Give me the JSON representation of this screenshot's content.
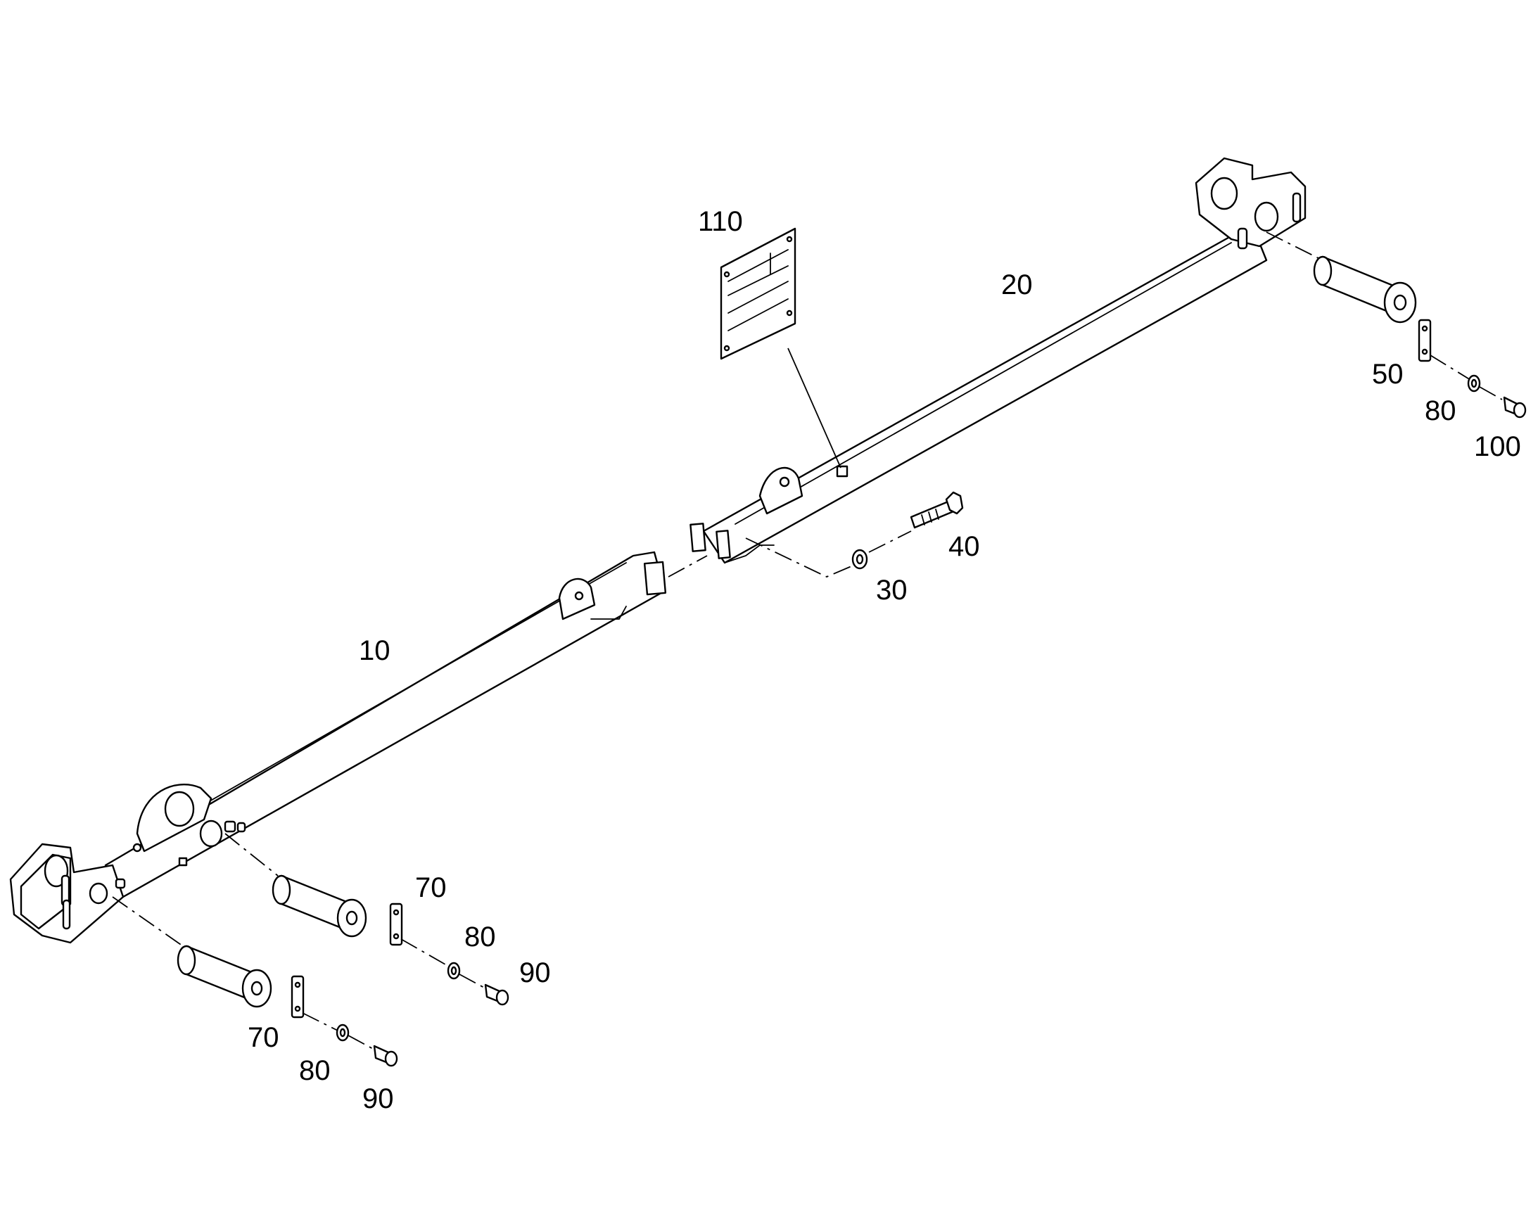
{
  "callouts": {
    "c110": "110",
    "c20": "20",
    "c50": "50",
    "c80a": "80",
    "c100": "100",
    "c40": "40",
    "c30": "30",
    "c10": "10",
    "c70a": "70",
    "c80b": "80",
    "c90a": "90",
    "c70b": "70",
    "c80c": "80",
    "c90b": "90"
  }
}
